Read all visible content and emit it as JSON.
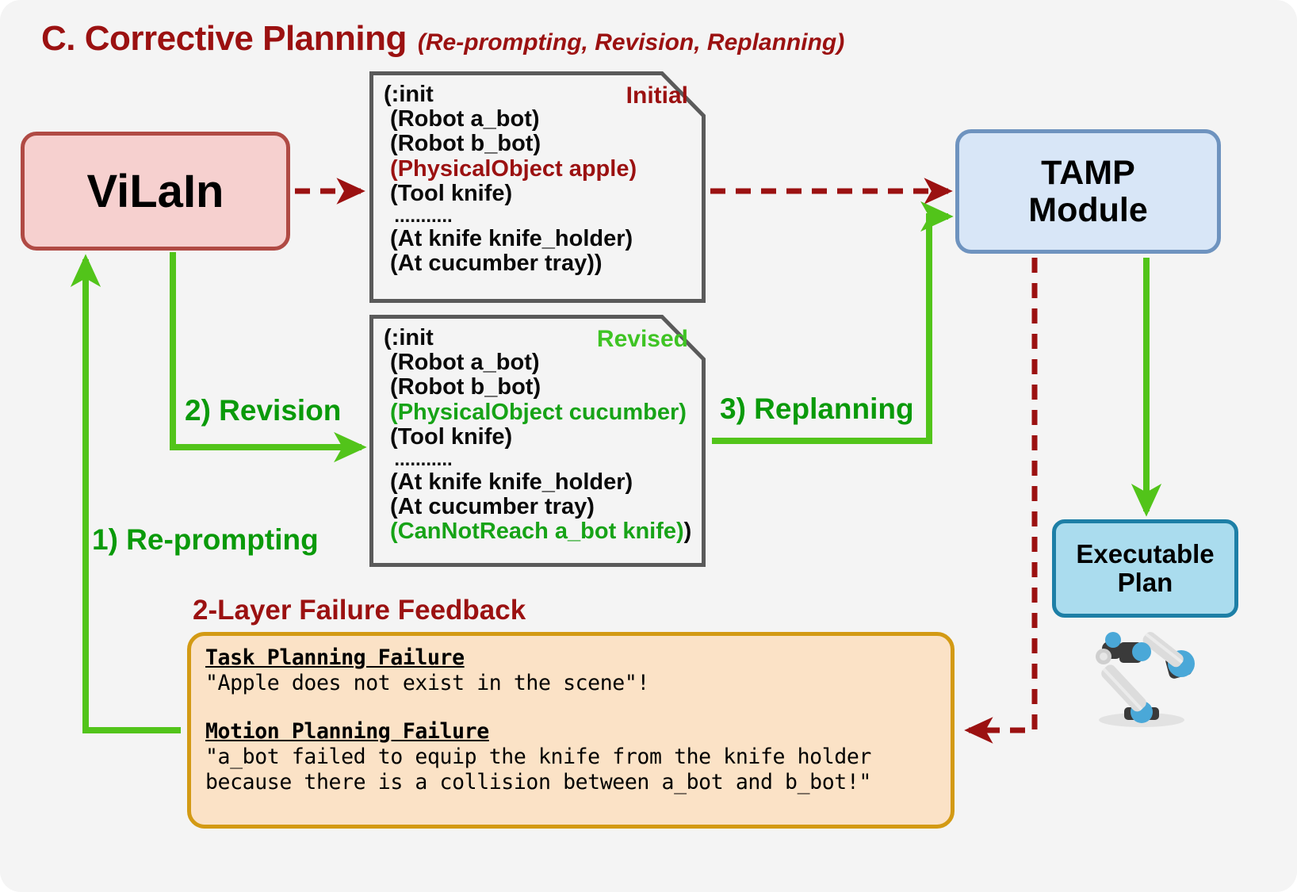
{
  "title": {
    "main": "C. Corrective Planning",
    "sub": "(Re-prompting, Revision, Replanning)",
    "color": "#9b1111"
  },
  "nodes": {
    "vilain": {
      "label": "ViLaIn",
      "fill": "#f6d0cf",
      "stroke": "#b04a44"
    },
    "tamp": {
      "label": "TAMP\nModule",
      "fill": "#d8e6f7",
      "stroke": "#6e93bf"
    },
    "executable_plan": {
      "label": "Executable\nPlan",
      "fill": "#aadcee",
      "stroke": "#1d7fa6"
    }
  },
  "documents": {
    "initial": {
      "tag": "Initial",
      "tag_color": "#9b1111",
      "lines": [
        {
          "text": "(:init",
          "color": "black"
        },
        {
          "text": " (Robot a_bot)",
          "color": "black"
        },
        {
          "text": " (Robot b_bot)",
          "color": "black"
        },
        {
          "text": " (PhysicalObject apple)",
          "color": "red"
        },
        {
          "text": " (Tool knife)",
          "color": "black"
        },
        {
          "text": "  ...........",
          "color": "black"
        },
        {
          "text": " (At knife knife_holder)",
          "color": "black"
        },
        {
          "text": " (At cucumber tray))",
          "color": "black"
        }
      ]
    },
    "revised": {
      "tag": "Revised",
      "tag_color": "#3fc424",
      "lines": [
        {
          "text": "(:init",
          "color": "black"
        },
        {
          "text": " (Robot a_bot)",
          "color": "black"
        },
        {
          "text": " (Robot b_bot)",
          "color": "black"
        },
        {
          "text": " (PhysicalObject cucumber)",
          "color": "green"
        },
        {
          "text": " (Tool knife)",
          "color": "black"
        },
        {
          "text": "  ...........",
          "color": "black"
        },
        {
          "text": " (At knife knife_holder)",
          "color": "black"
        },
        {
          "text": " (At cucumber tray)",
          "color": "black"
        },
        {
          "text": " (CanNotReach a_bot knife)",
          "color": "green",
          "suffix": ")"
        }
      ]
    }
  },
  "arrows": {
    "revision_label": "2) Revision",
    "replanning_label": "3) Replanning",
    "reprompting_label": "1) Re-prompting",
    "green_color": "#52c41a",
    "dark_green_text": "#0a9a0a",
    "red_color": "#9b1111"
  },
  "feedback": {
    "heading": "2-Layer Failure Feedback",
    "heading_color": "#9b1111",
    "fill": "#fbe2c6",
    "stroke": "#d39a14",
    "task_failure_title": "Task Planning Failure",
    "task_failure_text": "\"Apple does not exist in the scene\"!",
    "motion_failure_title": "Motion Planning Failure",
    "motion_failure_text": "\"a_bot failed to equip the knife from the knife holder\nbecause there is a collision between a_bot and b_bot!\""
  },
  "robot": {
    "name": "robot-arm-illustration",
    "joint_color": "#4aa8d8",
    "link_color": "#dcdcdc",
    "dark_color": "#3a3a3a"
  }
}
